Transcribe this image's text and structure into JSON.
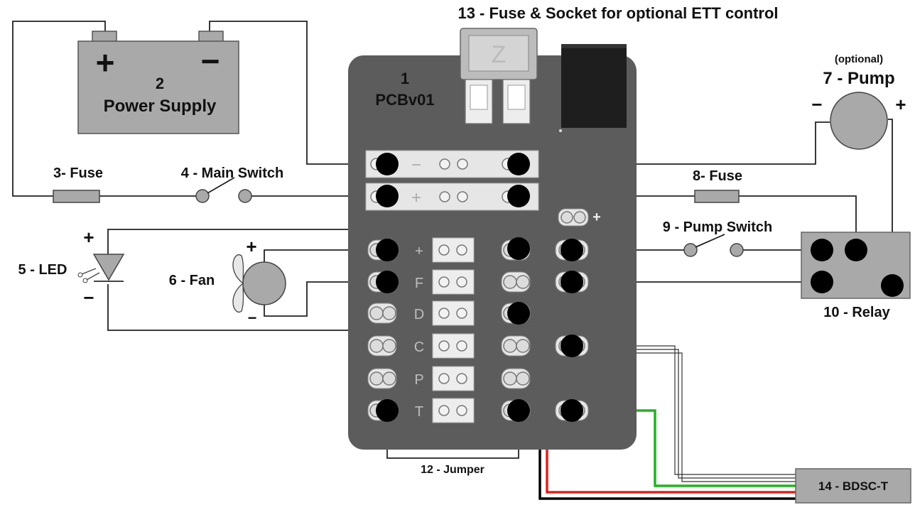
{
  "labels": {
    "title": "13 - Fuse & Socket for optional ETT control",
    "pcb_num": "1",
    "pcb_name": "PCBv01",
    "psu_num": "2",
    "psu_name": "Power Supply",
    "psu_plus": "+",
    "psu_minus": "−",
    "fuse3": "3- Fuse",
    "main_switch": "4 - Main Switch",
    "led": "5 - LED",
    "led_plus": "+",
    "led_minus": "−",
    "fan": "6 - Fan",
    "fan_plus": "+",
    "fan_minus": "−",
    "pump_optional": "(optional)",
    "pump": "7 - Pump",
    "pump_minus": "−",
    "pump_plus": "+",
    "fuse8": "8- Fuse",
    "pump_switch": "9 - Pump Switch",
    "relay": "10 - Relay",
    "jumper": "12 - Jumper",
    "bdsc": "14 - BDSC-T",
    "rail_minus": "−",
    "rail_plus": "+",
    "pin_plus": "+"
  },
  "pcb_rows": [
    "+",
    "F",
    "D",
    "C",
    "P",
    "T"
  ],
  "colors": {
    "board": "#5c5c5c",
    "component": "#a9a9a9",
    "wire": "#222222",
    "red": "#e0201b",
    "green": "#22b422",
    "black": "#000000"
  }
}
